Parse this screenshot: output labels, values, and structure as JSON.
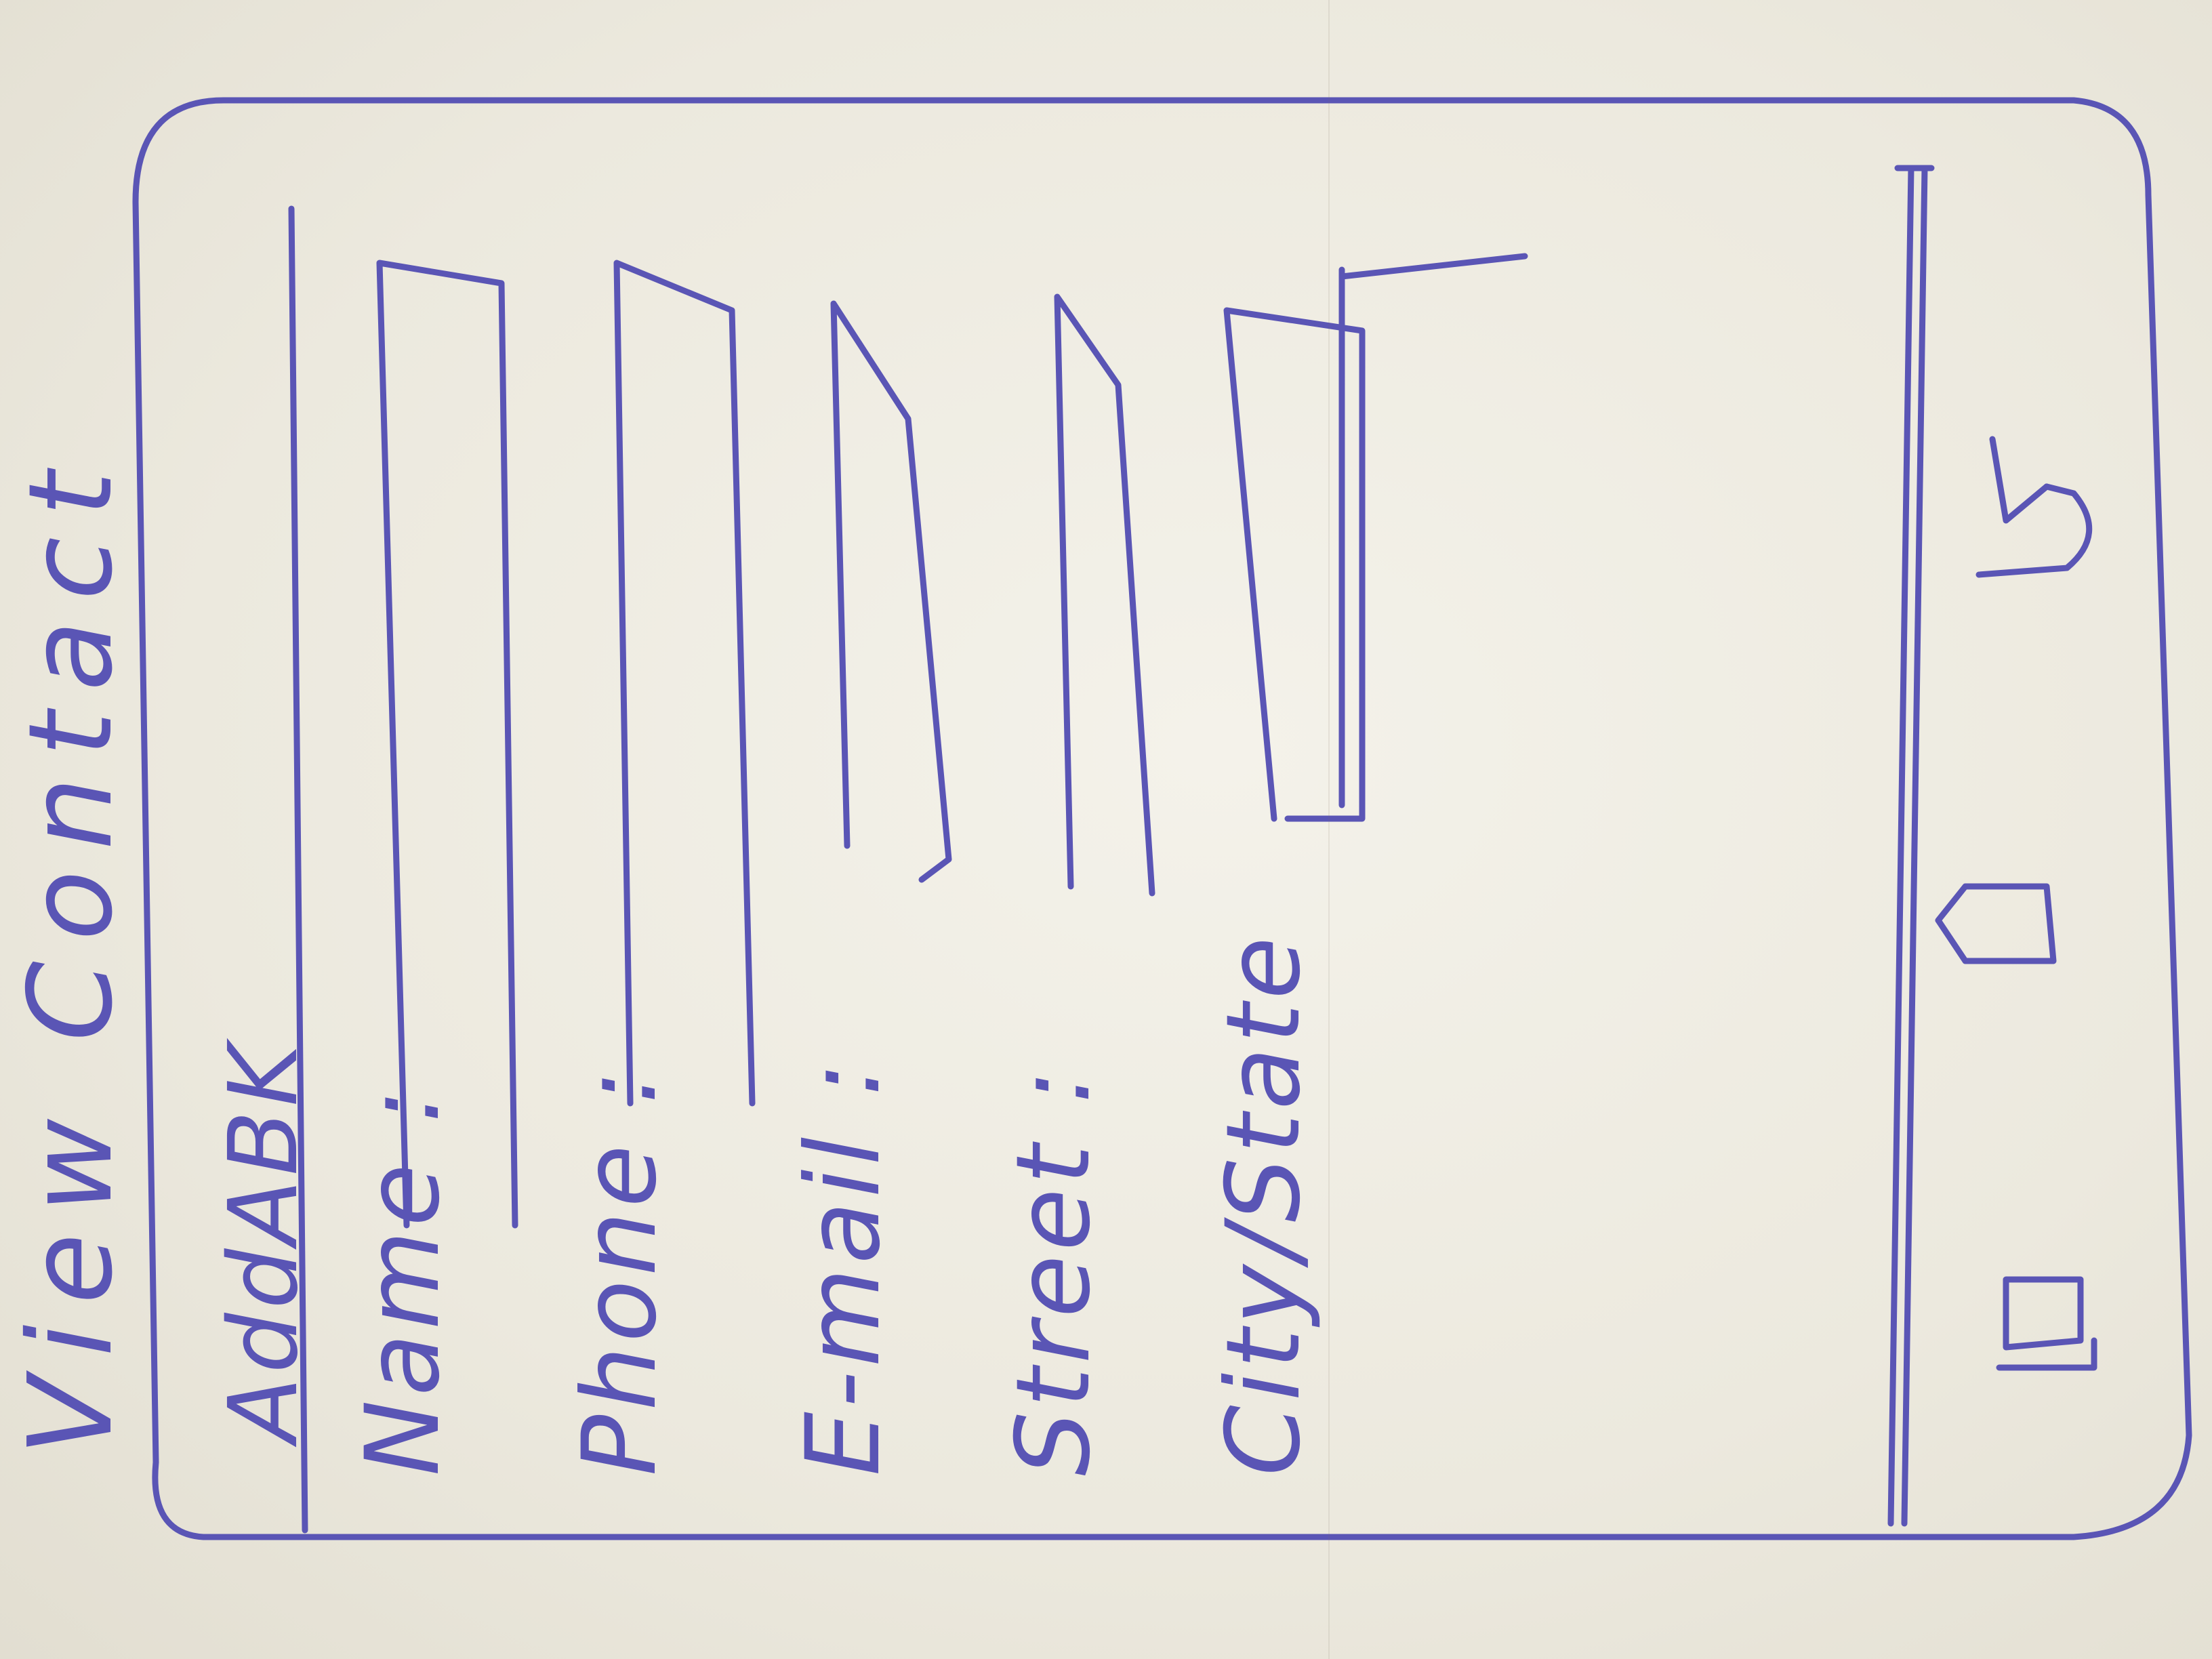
{
  "screen": {
    "header": "View Contact",
    "app_title": "AddABK"
  },
  "form": {
    "fields": [
      {
        "label": "Name :",
        "value": ""
      },
      {
        "label": "Phone :",
        "value": ""
      },
      {
        "label": "E-mail :",
        "value": ""
      },
      {
        "label": "Street :",
        "value": ""
      },
      {
        "label": "City/State",
        "value": ""
      }
    ]
  },
  "nav_bar": {
    "buttons": [
      "back",
      "home",
      "recent-apps"
    ]
  },
  "colors": {
    "ink": "#5a55b5",
    "paper": "#efece2"
  }
}
